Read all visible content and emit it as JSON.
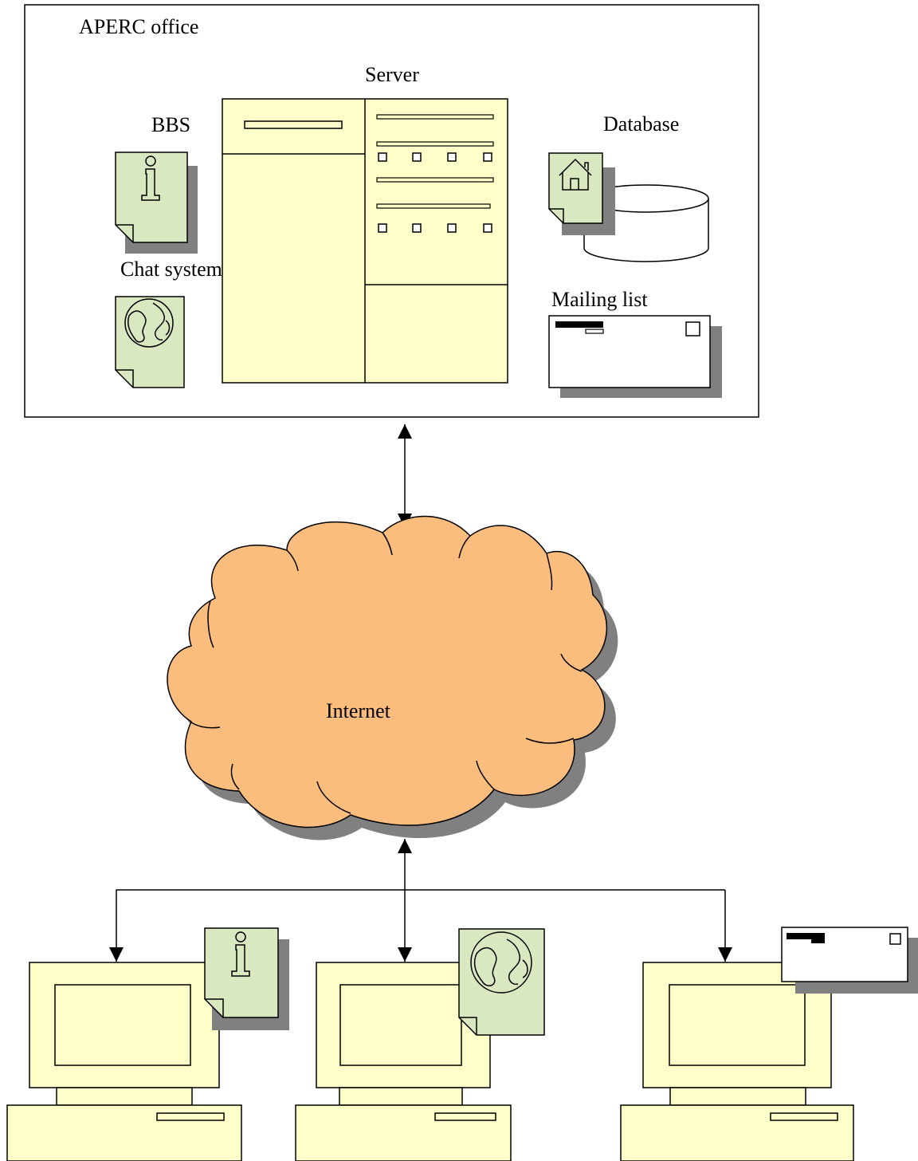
{
  "office": {
    "title": "APERC office"
  },
  "labels": {
    "server": "Server",
    "bbs": "BBS",
    "database": "Database",
    "chat": "Chat system",
    "mailing": "Mailing list",
    "internet": "Internet"
  },
  "colors": {
    "pale_yellow": "#ffffc9",
    "doc_green": "#d9e8c1",
    "cloud": "#fbbd7e",
    "shadow": "#808080"
  },
  "icons": {
    "bbs": "info-icon",
    "chat": "globe-icon",
    "database": "house-icon",
    "mailing": "envelope-icon"
  }
}
